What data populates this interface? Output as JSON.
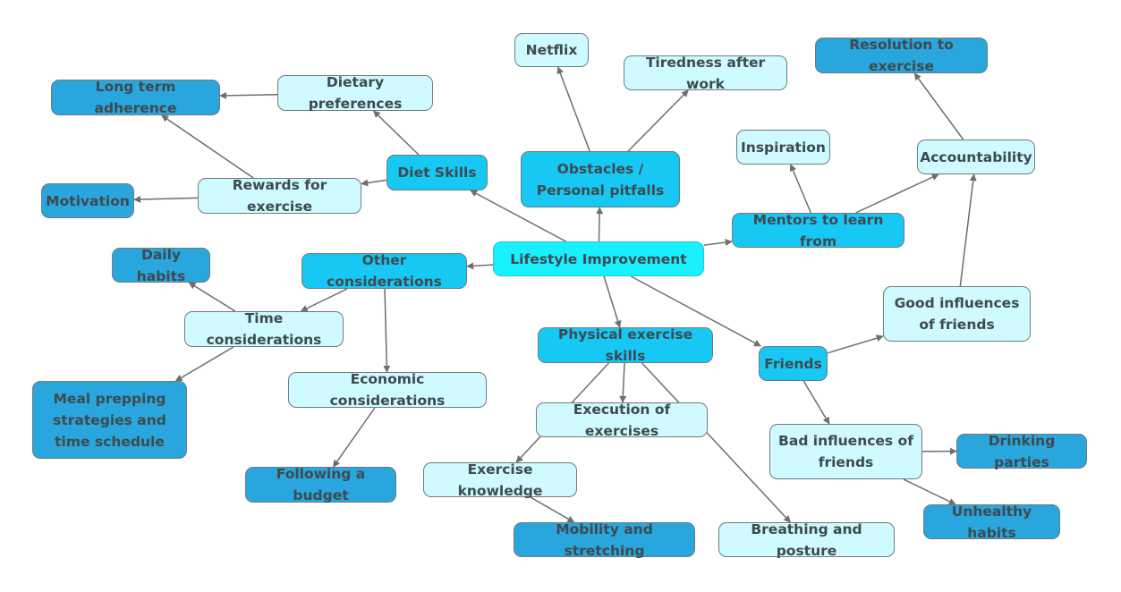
{
  "nodes": {
    "lifestyle_improvement": "Lifestyle Improvement",
    "obstacles": "Obstacles / Personal pitfalls",
    "netflix": "Netflix",
    "tiredness": "Tiredness after work",
    "diet_skills": "Diet Skills",
    "dietary_preferences": "Dietary preferences",
    "long_term_adherence": "Long term adherence",
    "rewards": "Rewards for exercise",
    "motivation": "Motivation",
    "other_considerations": "Other considerations",
    "time_considerations": "Time considerations",
    "daily_habits": "Daily habits",
    "meal_prepping": "Meal prepping strategies and time schedule",
    "economic_considerations": "Economic considerations",
    "following_budget": "Following a budget",
    "physical_exercise": "Physical exercise skills",
    "execution": "Execution of exercises",
    "exercise_knowledge": "Exercise knowledge",
    "mobility": "Mobility and stretching",
    "breathing": "Breathing and posture",
    "mentors": "Mentors to learn from",
    "inspiration": "Inspiration",
    "accountability": "Accountability",
    "resolution": "Resolution to exercise",
    "friends": "Friends",
    "good_influences": "Good influences of friends",
    "bad_influences": "Bad influences of friends",
    "drinking_parties": "Drinking parties",
    "unhealthy_habits": "Unhealthy habits"
  },
  "levels": {
    "lifestyle_improvement": "root",
    "obstacles": "main",
    "netflix": "light",
    "tiredness": "light",
    "diet_skills": "main",
    "dietary_preferences": "light",
    "long_term_adherence": "dark",
    "rewards": "light",
    "motivation": "dark",
    "other_considerations": "main",
    "time_considerations": "light",
    "daily_habits": "dark",
    "meal_prepping": "dark",
    "economic_considerations": "light",
    "following_budget": "dark",
    "physical_exercise": "main",
    "execution": "light",
    "exercise_knowledge": "light",
    "mobility": "dark",
    "breathing": "light",
    "mentors": "main",
    "inspiration": "light",
    "accountability": "light",
    "resolution": "dark",
    "friends": "main",
    "good_influences": "light",
    "bad_influences": "light",
    "drinking_parties": "dark",
    "unhealthy_habits": "dark"
  },
  "edges": [
    [
      "lifestyle_improvement",
      "obstacles"
    ],
    [
      "obstacles",
      "netflix"
    ],
    [
      "obstacles",
      "tiredness"
    ],
    [
      "lifestyle_improvement",
      "diet_skills"
    ],
    [
      "diet_skills",
      "dietary_preferences"
    ],
    [
      "diet_skills",
      "rewards"
    ],
    [
      "dietary_preferences",
      "long_term_adherence"
    ],
    [
      "rewards",
      "long_term_adherence"
    ],
    [
      "rewards",
      "motivation"
    ],
    [
      "lifestyle_improvement",
      "other_considerations"
    ],
    [
      "other_considerations",
      "time_considerations"
    ],
    [
      "other_considerations",
      "economic_considerations"
    ],
    [
      "time_considerations",
      "daily_habits"
    ],
    [
      "time_considerations",
      "meal_prepping"
    ],
    [
      "economic_considerations",
      "following_budget"
    ],
    [
      "lifestyle_improvement",
      "physical_exercise"
    ],
    [
      "physical_exercise",
      "execution"
    ],
    [
      "physical_exercise",
      "exercise_knowledge"
    ],
    [
      "physical_exercise",
      "breathing"
    ],
    [
      "exercise_knowledge",
      "mobility"
    ],
    [
      "lifestyle_improvement",
      "mentors"
    ],
    [
      "mentors",
      "inspiration"
    ],
    [
      "mentors",
      "accountability"
    ],
    [
      "accountability",
      "resolution"
    ],
    [
      "lifestyle_improvement",
      "friends"
    ],
    [
      "friends",
      "good_influences"
    ],
    [
      "good_influences",
      "accountability"
    ],
    [
      "friends",
      "bad_influences"
    ],
    [
      "bad_influences",
      "drinking_parties"
    ],
    [
      "bad_influences",
      "unhealthy_habits"
    ]
  ],
  "colors": {
    "root": "#19f0ff",
    "main": "#17c8f5",
    "light": "#cffaff",
    "dark": "#29a6dd",
    "edge": "#6e6e6e",
    "text": "#3e4a4e"
  }
}
